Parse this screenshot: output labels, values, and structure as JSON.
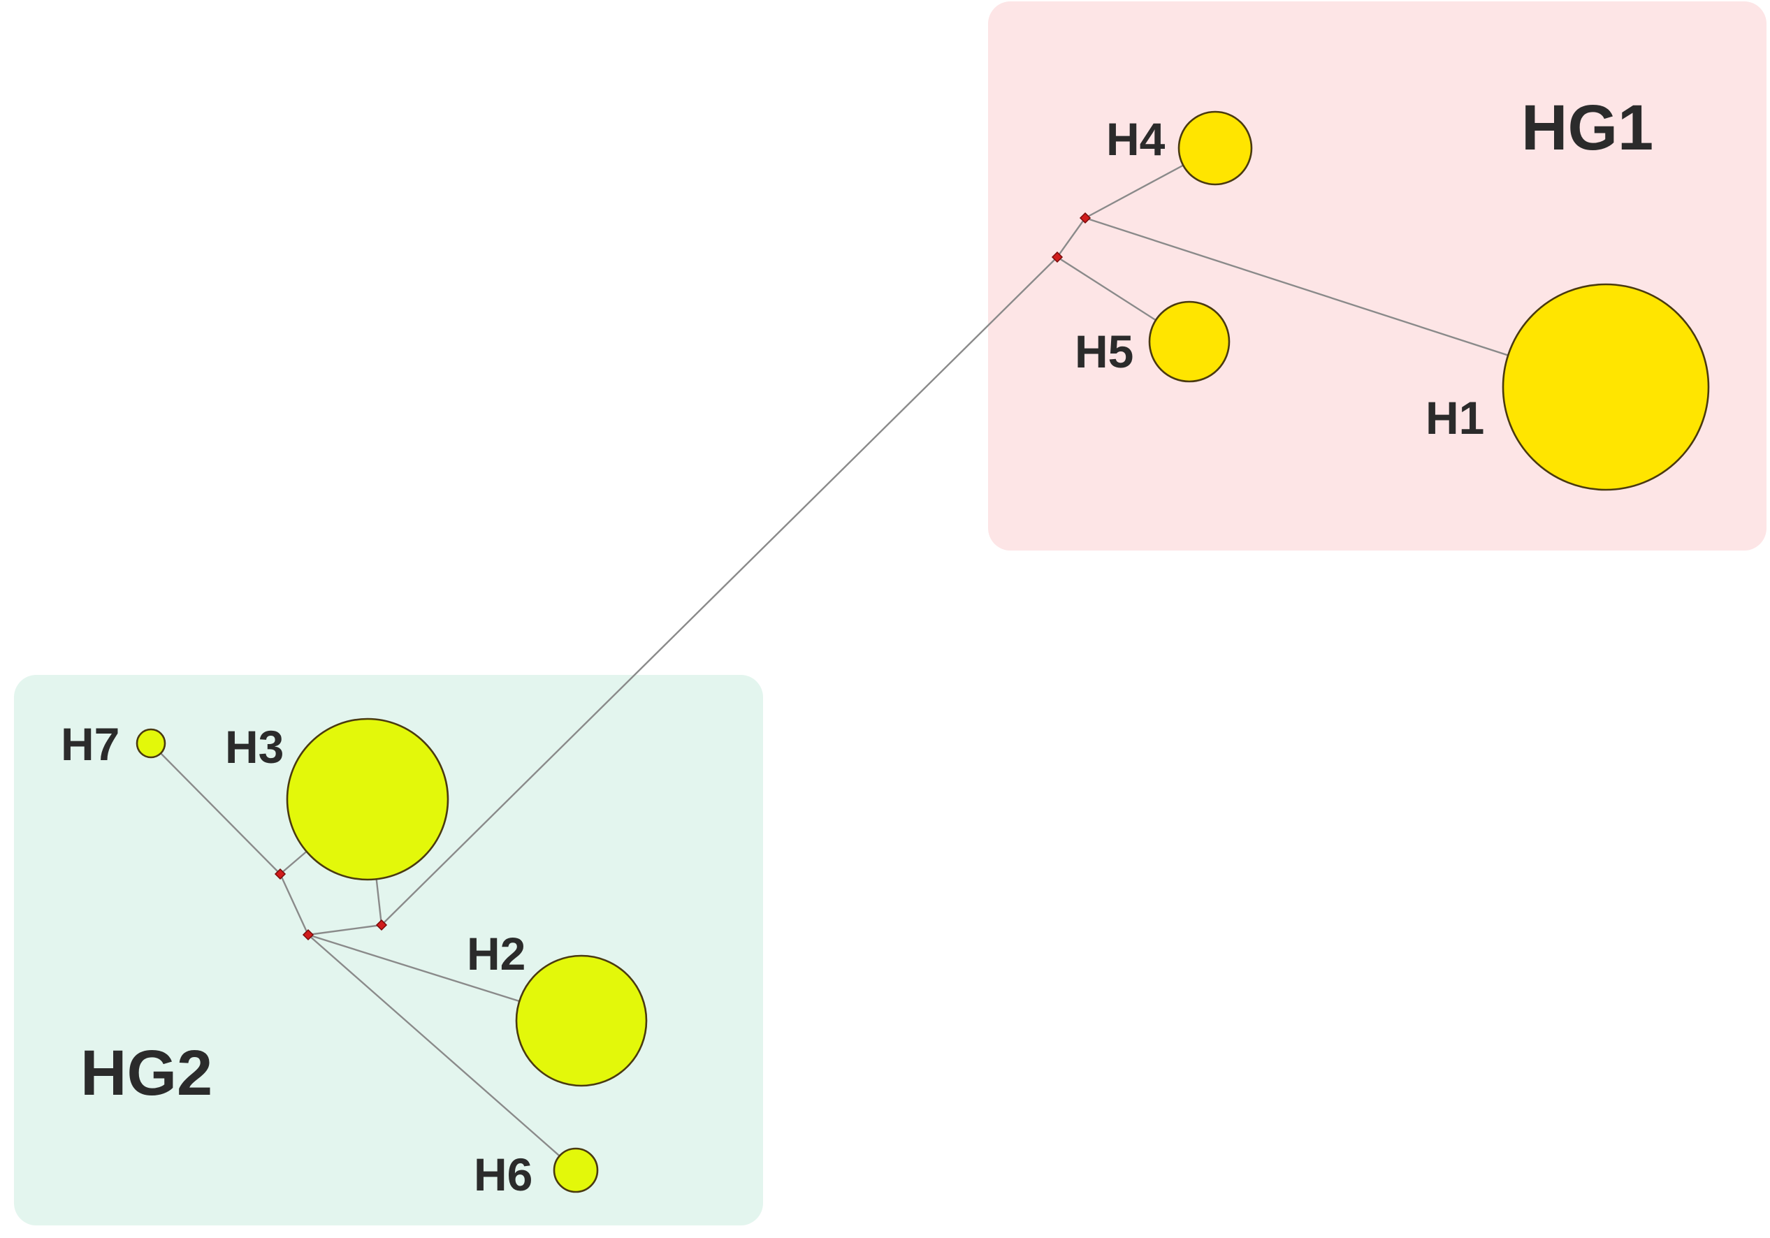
{
  "groups": [
    {
      "id": "HG1",
      "label": "HG1",
      "color": "#fde5e6"
    },
    {
      "id": "HG2",
      "label": "HG2",
      "color": "#e3f5ee"
    }
  ],
  "haplotypes": [
    {
      "id": "H1",
      "label": "H1",
      "group": "HG1",
      "color": "#ffe500"
    },
    {
      "id": "H2",
      "label": "H2",
      "group": "HG2",
      "color": "#e3f80a"
    },
    {
      "id": "H3",
      "label": "H3",
      "group": "HG2",
      "color": "#e3f80a"
    },
    {
      "id": "H4",
      "label": "H4",
      "group": "HG1",
      "color": "#ffe500"
    },
    {
      "id": "H5",
      "label": "H5",
      "group": "HG1",
      "color": "#ffe500"
    },
    {
      "id": "H6",
      "label": "H6",
      "group": "HG2",
      "color": "#e3f80a"
    },
    {
      "id": "H7",
      "label": "H7",
      "group": "HG2",
      "color": "#e3f80a"
    }
  ],
  "median_vectors": [
    "mv1",
    "mv2",
    "mv3",
    "mv4",
    "mv5"
  ],
  "median_color": "#d01c1c",
  "edge_color": "#8a8a8a",
  "edges": [
    [
      "H4",
      "mv1"
    ],
    [
      "mv1",
      "H1"
    ],
    [
      "mv1",
      "mv2"
    ],
    [
      "mv2",
      "H5"
    ],
    [
      "mv2",
      "mv5"
    ],
    [
      "H7",
      "mv3"
    ],
    [
      "mv3",
      "H3"
    ],
    [
      "mv3",
      "mv4"
    ],
    [
      "mv4",
      "mv5"
    ],
    [
      "mv5",
      "H3"
    ],
    [
      "mv4",
      "H2"
    ],
    [
      "mv4",
      "H6"
    ]
  ]
}
